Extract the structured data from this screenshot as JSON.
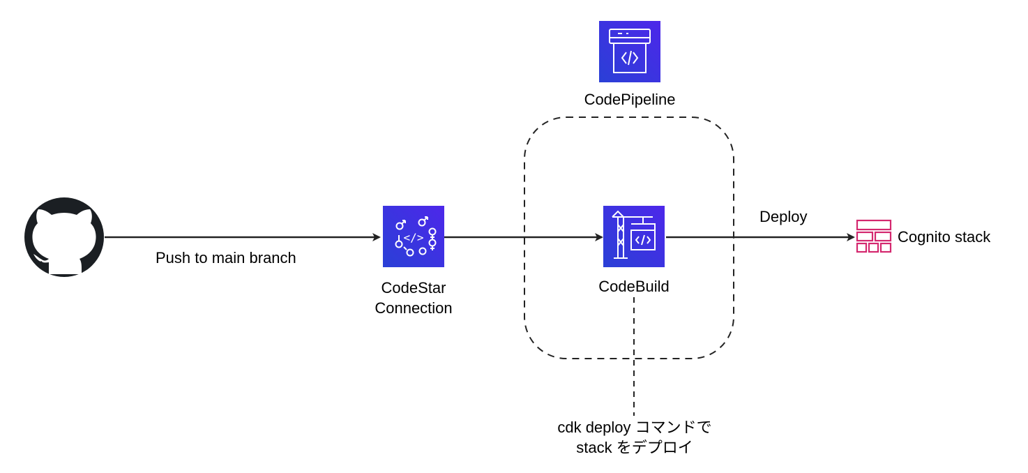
{
  "labels": {
    "push": "Push to main branch",
    "codestar": "CodeStar\nConnection",
    "codepipeline": "CodePipeline",
    "codebuild": "CodeBuild",
    "deploy": "Deploy",
    "cognito": "Cognito stack",
    "note": "cdk deploy コマンドで\nstack をデプロイ"
  },
  "icons": {
    "github": "github-icon",
    "codestar": "codestar-connection-icon",
    "codepipeline": "codepipeline-icon",
    "codebuild": "codebuild-icon",
    "cognito": "cloudformation-stack-icon"
  },
  "colors": {
    "aws_blue_top": "#4d27ea",
    "aws_blue_bottom": "#2a40d6",
    "stack_pink": "#d4286f",
    "line": "#222222"
  }
}
